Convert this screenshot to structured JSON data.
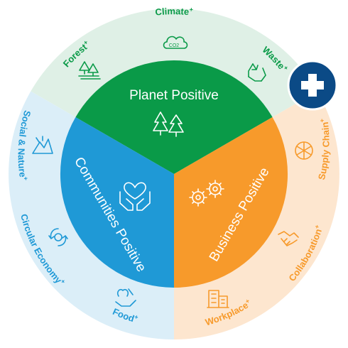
{
  "colors": {
    "green": "#0a9a48",
    "blue": "#1f99d6",
    "orange": "#f79a2b",
    "navy": "#0b4a86",
    "ring_green": "#dff0e6",
    "ring_blue": "#dbeef8",
    "ring_orange": "#fde6cf"
  },
  "segments": {
    "planet": {
      "title": "Planet Positive",
      "icon": "trees-icon"
    },
    "communities": {
      "title": "Communities Positive",
      "icon": "hands-heart-icon"
    },
    "business": {
      "title": "Business Positive",
      "icon": "gears-icon"
    }
  },
  "ring": {
    "plus_mark": "+",
    "climate": {
      "label": "Climate",
      "icon": "co2-cloud-icon"
    },
    "forest": {
      "label": "Forest",
      "icon": "forest-icon"
    },
    "waste": {
      "label": "Waste",
      "icon": "recycle-icon"
    },
    "social_nature": {
      "label": "Social & Nature",
      "icon": "landscape-icon"
    },
    "circular_economy": {
      "label": "Circular Economy",
      "icon": "circular-arrows-icon"
    },
    "food": {
      "label": "Food",
      "icon": "food-hand-icon"
    },
    "supply_chain": {
      "label": "Supply Chain",
      "icon": "network-globe-icon"
    },
    "collaboration": {
      "label": "Collaboration",
      "icon": "handshake-icon"
    },
    "workplace": {
      "label": "Workplace",
      "icon": "building-icon"
    }
  },
  "badge": {
    "symbol": "+",
    "icon": "plus-badge-icon"
  }
}
